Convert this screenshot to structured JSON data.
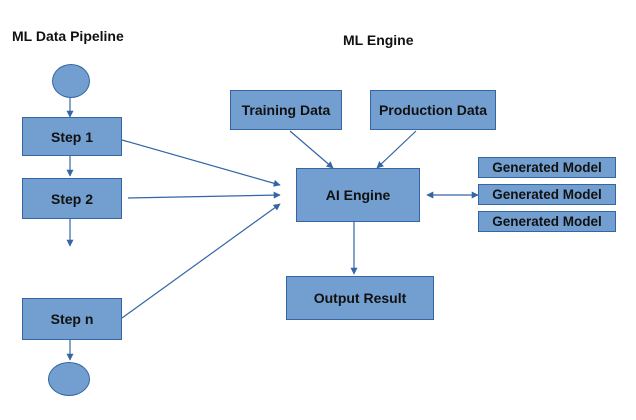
{
  "headings": {
    "pipeline": "ML Data Pipeline",
    "engine": "ML Engine"
  },
  "pipeline": {
    "steps": [
      "Step 1",
      "Step 2",
      "Step n"
    ]
  },
  "engine": {
    "inputs": [
      "Training Data",
      "Production Data"
    ],
    "core": "AI Engine",
    "output": "Output Result",
    "models": [
      "Generated Model",
      "Generated Model",
      "Generated Model"
    ]
  },
  "colors": {
    "node_fill": "#729fcf",
    "node_border": "#3465a4",
    "connector": "#3465a4"
  }
}
